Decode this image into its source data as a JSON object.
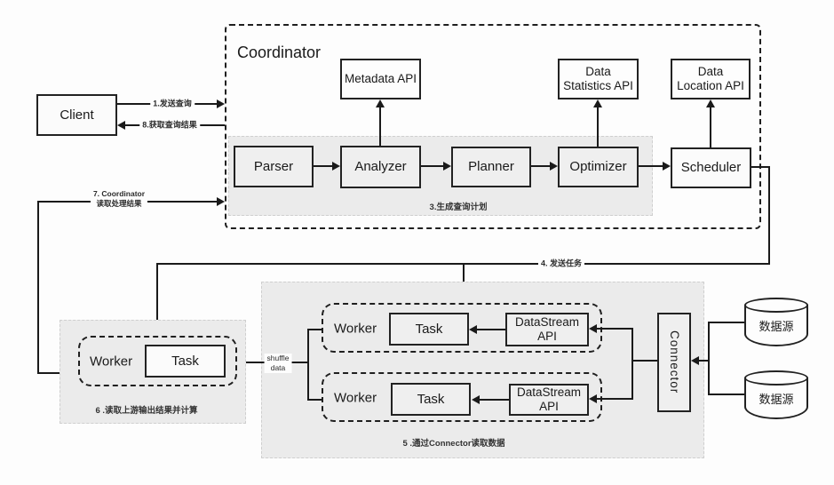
{
  "client": {
    "label": "Client"
  },
  "coordinator": {
    "title": "Coordinator",
    "apis": {
      "metadata": {
        "line1": "Metadata API"
      },
      "statistics": {
        "line1": "Data",
        "line2": "Statistics API"
      },
      "location": {
        "line1": "Data",
        "line2": "Location API"
      }
    },
    "pipeline": {
      "parser": "Parser",
      "analyzer": "Analyzer",
      "planner": "Planner",
      "optimizer": "Optimizer",
      "scheduler": "Scheduler",
      "caption": "3.生成查询计划"
    }
  },
  "edges": {
    "send_query": "1.发送查询",
    "get_result": "8.获取查询结果",
    "send_tasks": "4. 发送任务",
    "coordinator_read_line1": "7. Coordinator",
    "coordinator_read_line2": "读取处理结果",
    "shuffle_line1": "shuffle",
    "shuffle_line2": "data"
  },
  "worker_cluster": {
    "caption": "5 .通过Connector读取数据",
    "worker1": {
      "label": "Worker",
      "task": "Task",
      "api_line1": "DataStream",
      "api_line2": "API"
    },
    "worker2": {
      "label": "Worker",
      "task": "Task",
      "api_line1": "DataStream",
      "api_line2": "API"
    },
    "connector": "Connector"
  },
  "result_worker": {
    "caption": "6 .读取上游输出结果并计算",
    "label": "Worker",
    "task": "Task"
  },
  "datasources": {
    "ds1": "数据源",
    "ds2": "数据源"
  },
  "colors": {
    "line": "#1a1a1a",
    "area_fill": "#ebebeb",
    "box_fill": "#efefef"
  }
}
